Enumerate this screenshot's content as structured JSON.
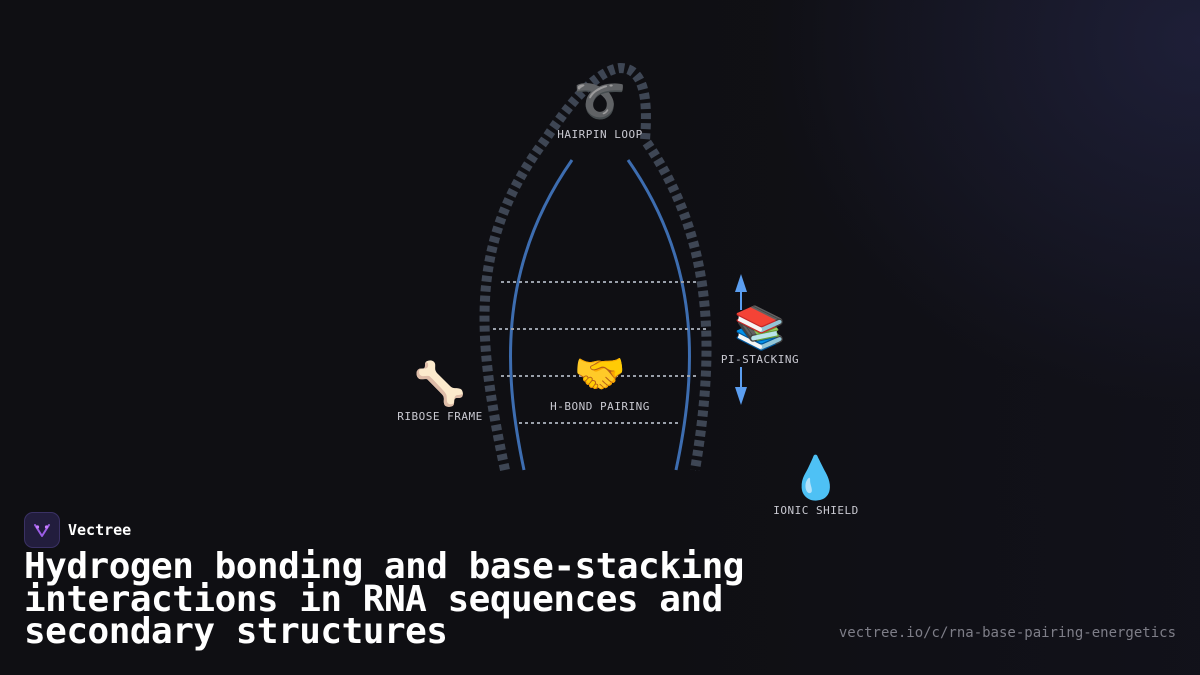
{
  "diagram": {
    "labels": {
      "hairpin": "HAIRPIN LOOP",
      "ribose": "RIBOSE FRAME",
      "hbond": "H-BOND PAIRING",
      "stacking": "PI-STACKING",
      "ionic": "IONIC SHIELD"
    },
    "icons": {
      "hairpin": "➰",
      "ribose": "🦴",
      "hbond": "🤝",
      "stacking": "📚",
      "ionic": "💧"
    },
    "colors": {
      "backbone": "#3e4654",
      "strand": "#3d6db0",
      "pair_lines": "#9aa0aa",
      "arrow": "#5b9ef0"
    }
  },
  "brand": {
    "name": "Vectree",
    "logo_icon": "vectree-logo-icon"
  },
  "title": "Hydrogen bonding and base-stacking interactions in RNA sequences and secondary structures",
  "url": "vectree.io/c/rna-base-pairing-energetics"
}
